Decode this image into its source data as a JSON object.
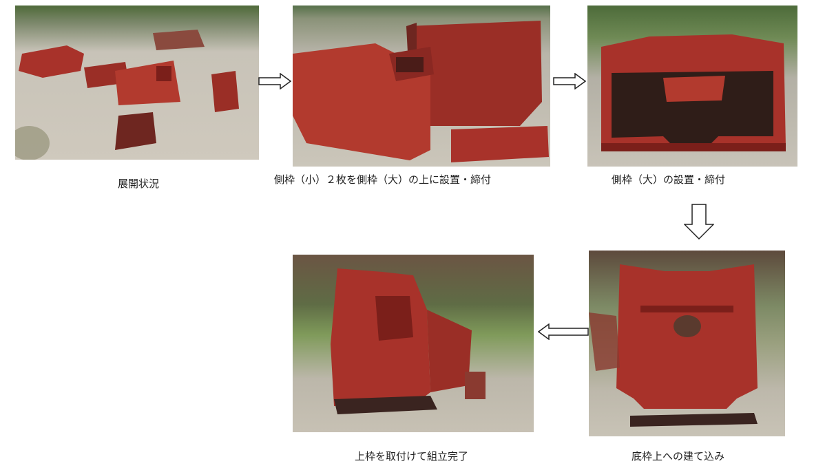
{
  "steps": [
    {
      "caption": "展開状況"
    },
    {
      "caption": "側枠（小）２枚を側枠（大）の上に設置・締付"
    },
    {
      "caption": "側枠（大）の設置・締付"
    },
    {
      "caption": "底枠上への建て込み"
    },
    {
      "caption": "上枠を取付けて組立完了"
    }
  ],
  "colors": {
    "steel_red": "#a8322a",
    "steel_dark": "#7b1f1a",
    "ground": "#c9c3b6",
    "foliage": "#5f7a3e"
  }
}
